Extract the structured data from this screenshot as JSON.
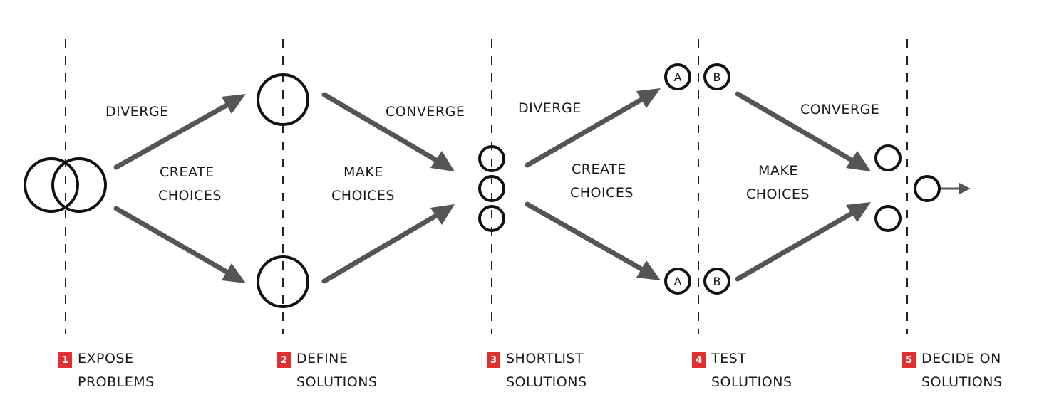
{
  "labels": {
    "diverge": "DIVERGE",
    "converge": "CONVERGE",
    "create_line1": "CREATE",
    "make_line1": "MAKE",
    "choices": "CHOICES",
    "option_a": "A",
    "option_b": "B"
  },
  "steps": [
    {
      "number": "1",
      "line1": "EXPOSE",
      "line2": "PROBLEMS"
    },
    {
      "number": "2",
      "line1": "DEFINE",
      "line2": "SOLUTIONS"
    },
    {
      "number": "3",
      "line1": "SHORTLIST",
      "line2": "SOLUTIONS"
    },
    {
      "number": "4",
      "line1": "TEST",
      "line2": "SOLUTIONS"
    },
    {
      "number": "5",
      "line1": "DECIDE ON",
      "line2": "SOLUTIONS"
    }
  ],
  "colors": {
    "badge": "#e03030",
    "arrow": "#555555",
    "outline": "#111111"
  }
}
